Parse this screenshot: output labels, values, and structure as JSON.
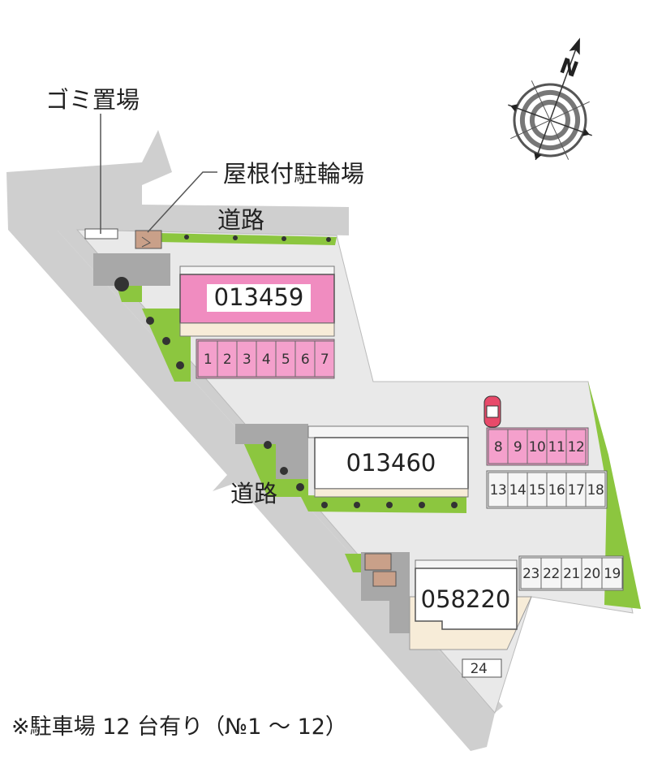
{
  "labels": {
    "garbage": "ゴミ置場",
    "bike": "屋根付駐輪場",
    "road_top": "道路",
    "road_left": "道路",
    "north": "N"
  },
  "buildings": {
    "a": "013459",
    "b": "013460",
    "c": "058220"
  },
  "parking": {
    "row1": [
      "1",
      "2",
      "3",
      "4",
      "5",
      "6",
      "7"
    ],
    "row2": [
      "8",
      "9",
      "10",
      "11",
      "12"
    ],
    "row3": [
      "13",
      "14",
      "15",
      "16",
      "17",
      "18"
    ],
    "row4": [
      "23",
      "22",
      "21",
      "20",
      "19"
    ],
    "extra": "24"
  },
  "colors": {
    "road": "#cfcfcf",
    "lot": "#e9e9e9",
    "green": "#8cc63f",
    "pink_building": "#f08cc0",
    "pink_slot": "#f4a0cc",
    "paving": "#9a9a9a"
  },
  "footnote": "※駐車場 12 台有り（№1 ～ 12）"
}
